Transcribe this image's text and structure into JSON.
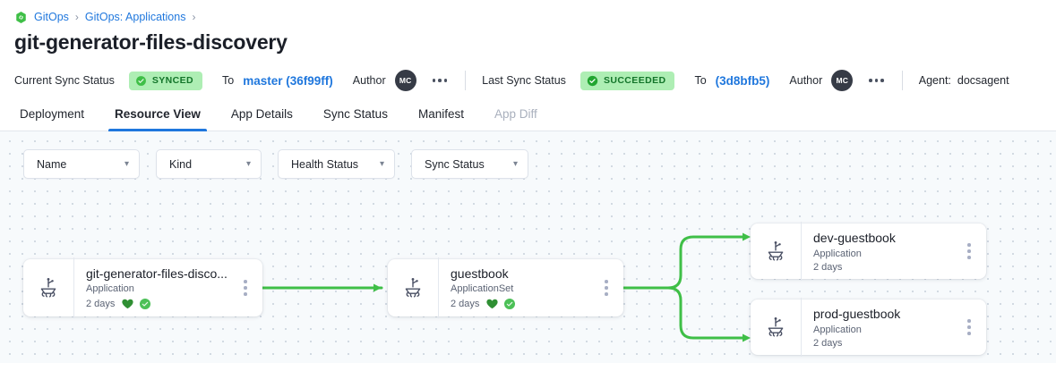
{
  "breadcrumb": {
    "icon": "gitops-hex-link-icon",
    "items": [
      {
        "label": "GitOps",
        "link": true
      },
      {
        "label": "GitOps: Applications",
        "link": true
      }
    ],
    "separator": "›"
  },
  "header": {
    "title": "git-generator-files-discovery"
  },
  "statusbar": {
    "current_sync_label": "Current Sync Status",
    "current_sync_badge": "SYNCED",
    "current_to_label": "To",
    "current_revision": "master (36f99ff)",
    "current_author_label": "Author",
    "current_author_initials": "MC",
    "current_more_icon": "ellipsis-horizontal-icon",
    "last_sync_label": "Last Sync Status",
    "last_sync_badge": "SUCCEEDED",
    "last_to_label": "To",
    "last_revision": "(3d8bfb5)",
    "last_author_label": "Author",
    "last_author_initials": "MC",
    "last_more_icon": "ellipsis-horizontal-icon",
    "agent_label": "Agent:",
    "agent_value": "docsagent",
    "badge_bg": "#aeeeb4",
    "badge_fg": "#13752a",
    "link_color": "#1f77dd"
  },
  "tabs": [
    {
      "label": "Deployment",
      "active": false,
      "disabled": false
    },
    {
      "label": "Resource View",
      "active": true,
      "disabled": false
    },
    {
      "label": "App Details",
      "active": false,
      "disabled": false
    },
    {
      "label": "Sync Status",
      "active": false,
      "disabled": false
    },
    {
      "label": "Manifest",
      "active": false,
      "disabled": false
    },
    {
      "label": "App Diff",
      "active": false,
      "disabled": true
    }
  ],
  "filters": [
    {
      "label": "Name",
      "icon": "chevron-down-icon"
    },
    {
      "label": "Kind",
      "icon": "chevron-down-icon"
    },
    {
      "label": "Health Status",
      "icon": "chevron-down-icon"
    },
    {
      "label": "Sync Status",
      "icon": "chevron-down-icon"
    }
  ],
  "graph": {
    "edge_color": "#3fbf47",
    "nodes": [
      {
        "id": "root",
        "title": "git-generator-files-disco...",
        "kind": "Application",
        "age": "2 days",
        "icon": "argo-application-icon",
        "menu_icon": "ellipsis-vertical-icon",
        "health_icon": "heart-healthy-icon",
        "sync_icon": "check-circle-synced-icon",
        "show_badges": true
      },
      {
        "id": "appset",
        "title": "guestbook",
        "kind": "ApplicationSet",
        "age": "2 days",
        "icon": "argo-applicationset-icon",
        "menu_icon": "ellipsis-vertical-icon",
        "health_icon": "heart-healthy-icon",
        "sync_icon": "check-circle-synced-icon",
        "show_badges": true
      },
      {
        "id": "dev",
        "title": "dev-guestbook",
        "kind": "Application",
        "age": "2 days",
        "icon": "argo-application-icon",
        "menu_icon": "ellipsis-vertical-icon",
        "show_badges": false
      },
      {
        "id": "prod",
        "title": "prod-guestbook",
        "kind": "Application",
        "age": "2 days",
        "icon": "argo-application-icon",
        "menu_icon": "ellipsis-vertical-icon",
        "show_badges": false
      }
    ]
  },
  "colors": {
    "canvas_bg": "#f7fafc",
    "grid_dot": "#ccd4de",
    "green": "#3fbf47",
    "heart_green": "#2f8f33",
    "accent_blue": "#1f77dd"
  }
}
